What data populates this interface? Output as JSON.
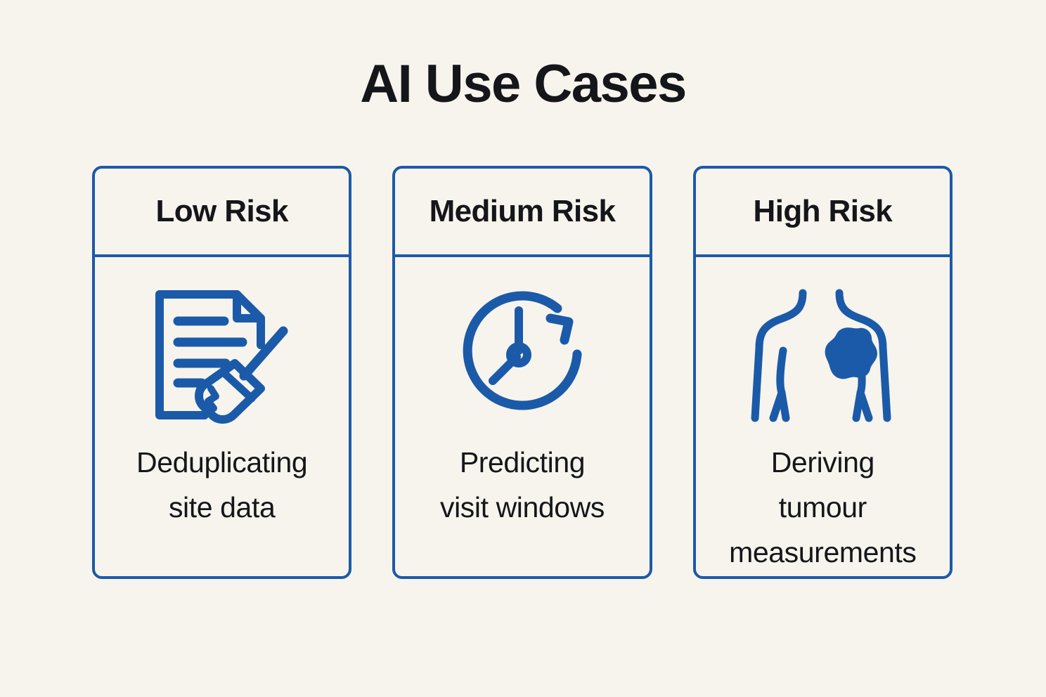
{
  "theme": {
    "background": "#f7f4ed",
    "accent_blue": "#1b5aa8",
    "text_color": "#15161a"
  },
  "header": {
    "title": "AI Use Cases"
  },
  "cards": [
    {
      "title": "Low Risk",
      "icon_name": "document-broom-icon",
      "caption": "Deduplicating\nsite data"
    },
    {
      "title": "Medium Risk",
      "icon_name": "clock-arrow-icon",
      "caption": "Predicting\nvisit windows"
    },
    {
      "title": "High Risk",
      "icon_name": "torso-tumour-icon",
      "caption": "Deriving\ntumour\nmeasurements"
    }
  ]
}
